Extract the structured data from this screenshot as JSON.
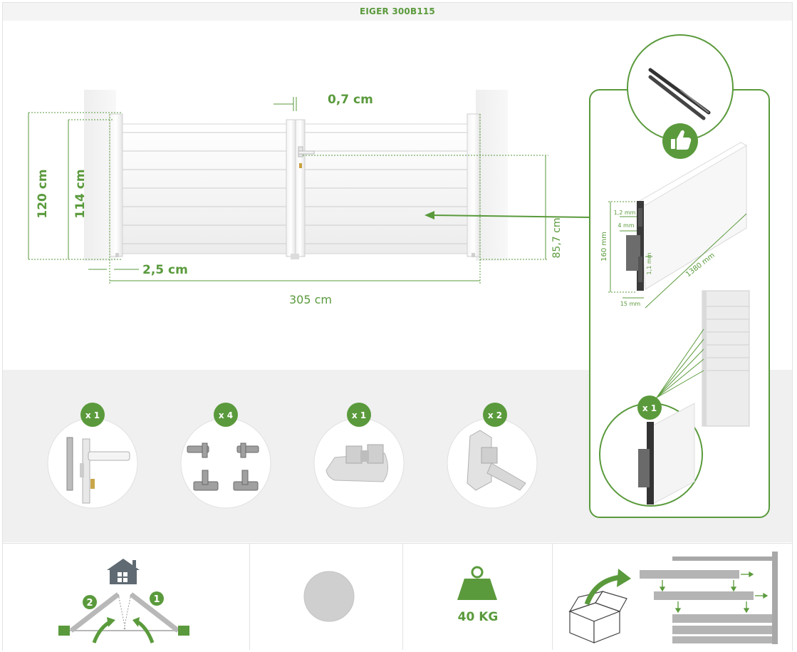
{
  "title": "EIGER 300B115",
  "colors": {
    "green": "#5a9a3c",
    "green_dark": "#4a8a2f",
    "grey_band": "#f0f0f0",
    "finish": "#cfcfcf"
  },
  "dimensions": {
    "height_total": "120 cm",
    "height_leaf": "114 cm",
    "gap": "0,7 cm",
    "side_gap": "2,5 cm",
    "width_total": "305 cm",
    "handle_height": "85,7 cm"
  },
  "profile": {
    "height": "160 mm",
    "length": "1380 mm",
    "depth": "15 mm",
    "wall_outer": "1,2 mm",
    "wall_inner": "4 mm",
    "rib": "1,1 mm"
  },
  "profile_qty": "x 1",
  "accessories": [
    {
      "qty": "x 1",
      "icon": "handle-lock-icon"
    },
    {
      "qty": "x 4",
      "icon": "hinge-set-icon"
    },
    {
      "qty": "x 1",
      "icon": "center-stop-icon"
    },
    {
      "qty": "x 2",
      "icon": "leaf-stop-icon"
    }
  ],
  "features": {
    "opening_steps": [
      "1",
      "2"
    ],
    "weight": "40 KG"
  }
}
